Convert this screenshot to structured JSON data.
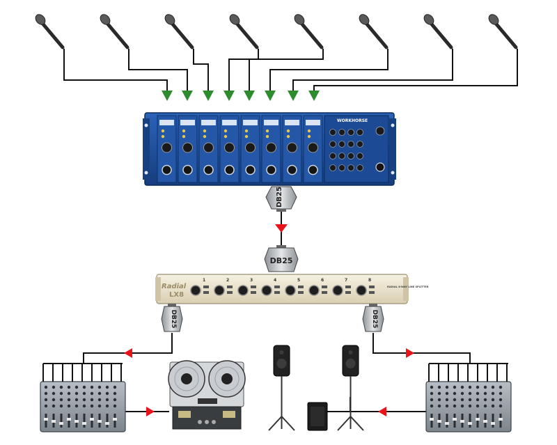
{
  "connectors": {
    "db25_top": "DB25",
    "db25_mid": "DB25",
    "db25_left": "DB25",
    "db25_right": "DB25"
  },
  "rack": {
    "brand": "WORKHORSE",
    "channel_count": 8
  },
  "splitter": {
    "brand": "Radial",
    "model": "LX8",
    "channel_numbers": [
      "1",
      "2",
      "3",
      "4",
      "5",
      "6",
      "7",
      "8"
    ],
    "description": "RADIAL 8-WAY LINE SPLITTER"
  },
  "colors": {
    "wire": "#111111",
    "arrow_green": "#2e8b2e",
    "arrow_red": "#e8141a",
    "rack_blue": "#1f4f9c",
    "splitter_cream": "#ede5cf",
    "connector_gray": "#b8bcc0"
  },
  "icons": {
    "mic": "microphone-icon",
    "speaker": "pa-speaker-icon",
    "subwoofer": "subwoofer-icon",
    "tape": "reel-to-reel-icon",
    "mixer": "mixing-console-icon"
  }
}
